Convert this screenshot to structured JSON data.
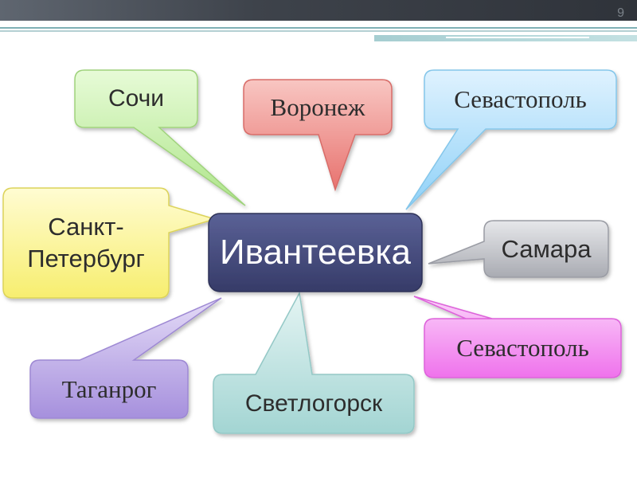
{
  "slide": {
    "number": "9"
  },
  "center": {
    "label": "Ивантеевка"
  },
  "cities": [
    {
      "id": "sochi",
      "label": "Сочи"
    },
    {
      "id": "voronezh",
      "label": "Воронеж"
    },
    {
      "id": "sevastopol-top",
      "label": "Севастополь"
    },
    {
      "id": "spb",
      "label": "Санкт-\nПетербург"
    },
    {
      "id": "samara",
      "label": "Самара"
    },
    {
      "id": "sevastopol-bottom",
      "label": "Севастополь"
    },
    {
      "id": "taganrog",
      "label": "Таганрог"
    },
    {
      "id": "svetlogorsk",
      "label": "Светлогорск"
    }
  ],
  "colors": {
    "center_fill": "#3f4577",
    "sochi": "#c2ef9c",
    "voronezh": "#ef8a86",
    "sevastopol_top": "#a7dcfa",
    "spb": "#fbf48c",
    "samara": "#c2c3c8",
    "sevastopol_bottom": "#f48ef2",
    "taganrog": "#bba7e6",
    "svetlogorsk": "#b7e0df"
  }
}
